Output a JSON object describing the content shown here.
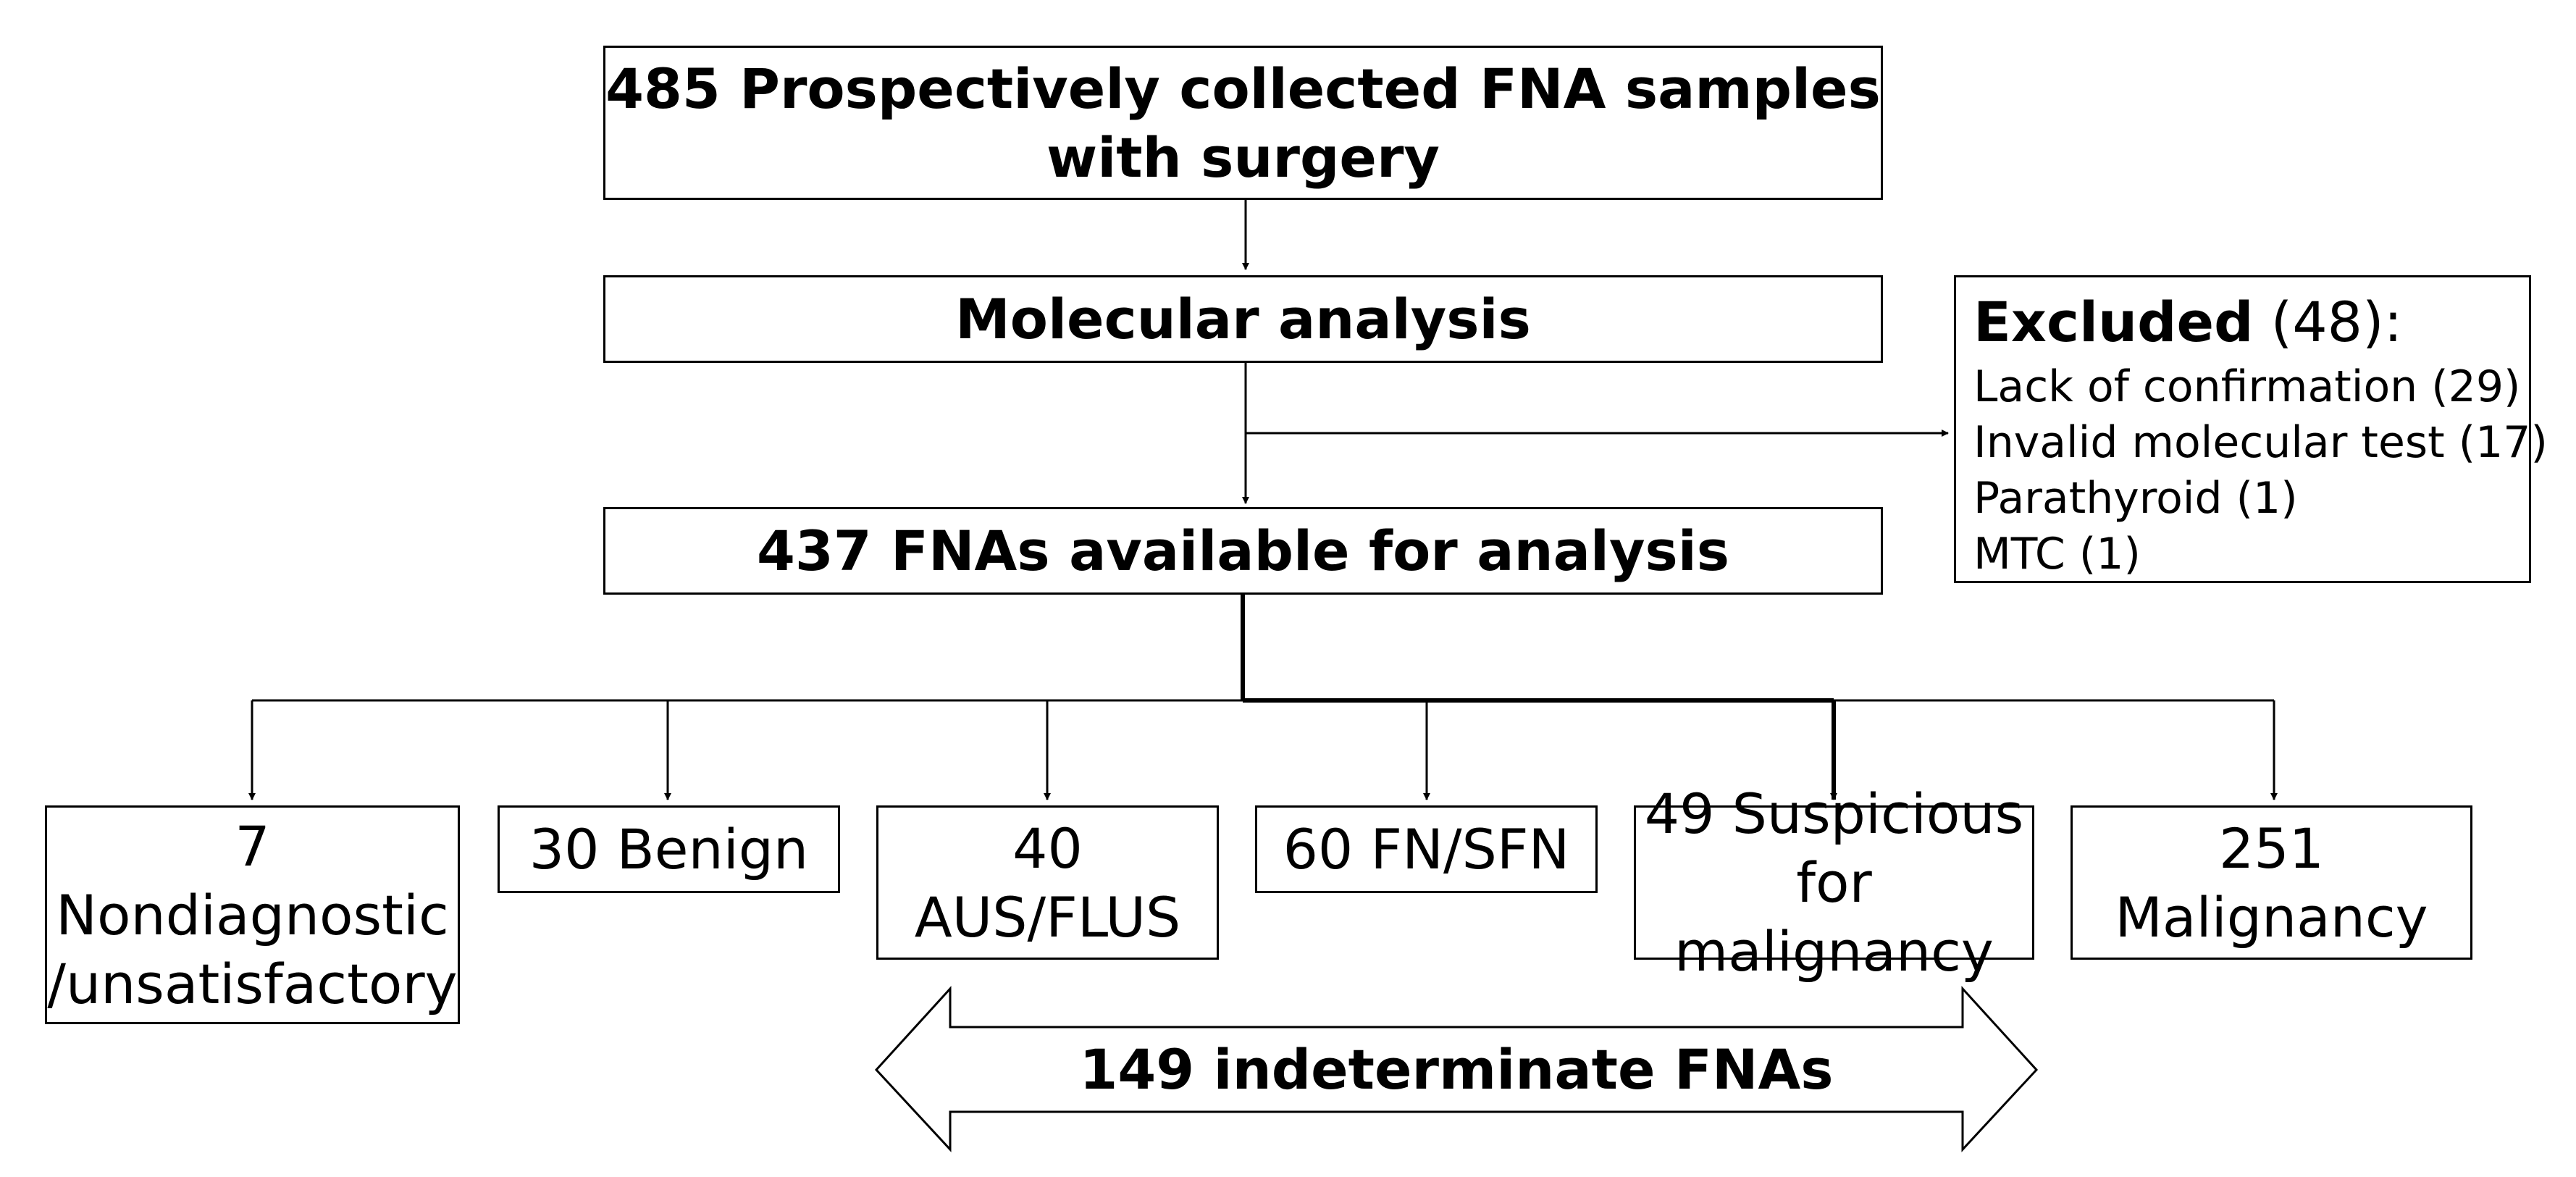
{
  "boxes": {
    "collected": {
      "line1": "485 Prospectively collected FNA samples",
      "line2": "with surgery"
    },
    "molecular": {
      "label": "Molecular analysis"
    },
    "available": {
      "label": "437 FNAs available for analysis"
    }
  },
  "excluded": {
    "title": "Excluded",
    "count": "(48):",
    "items": [
      "Lack of confirmation (29)",
      "Invalid molecular test (17)",
      "Parathyroid (1)",
      "MTC (1)"
    ]
  },
  "categories": [
    {
      "lines": [
        "7",
        "Nondiagnostic",
        "/unsatisfactory"
      ]
    },
    {
      "lines": [
        "30 Benign"
      ]
    },
    {
      "lines": [
        "40",
        "AUS/FLUS"
      ]
    },
    {
      "lines": [
        "60 FN/SFN"
      ]
    },
    {
      "lines": [
        "49 Suspicious",
        "for malignancy"
      ]
    },
    {
      "lines": [
        "251",
        "Malignancy"
      ]
    }
  ],
  "indeterminate": {
    "label": "149 indeterminate FNAs"
  }
}
